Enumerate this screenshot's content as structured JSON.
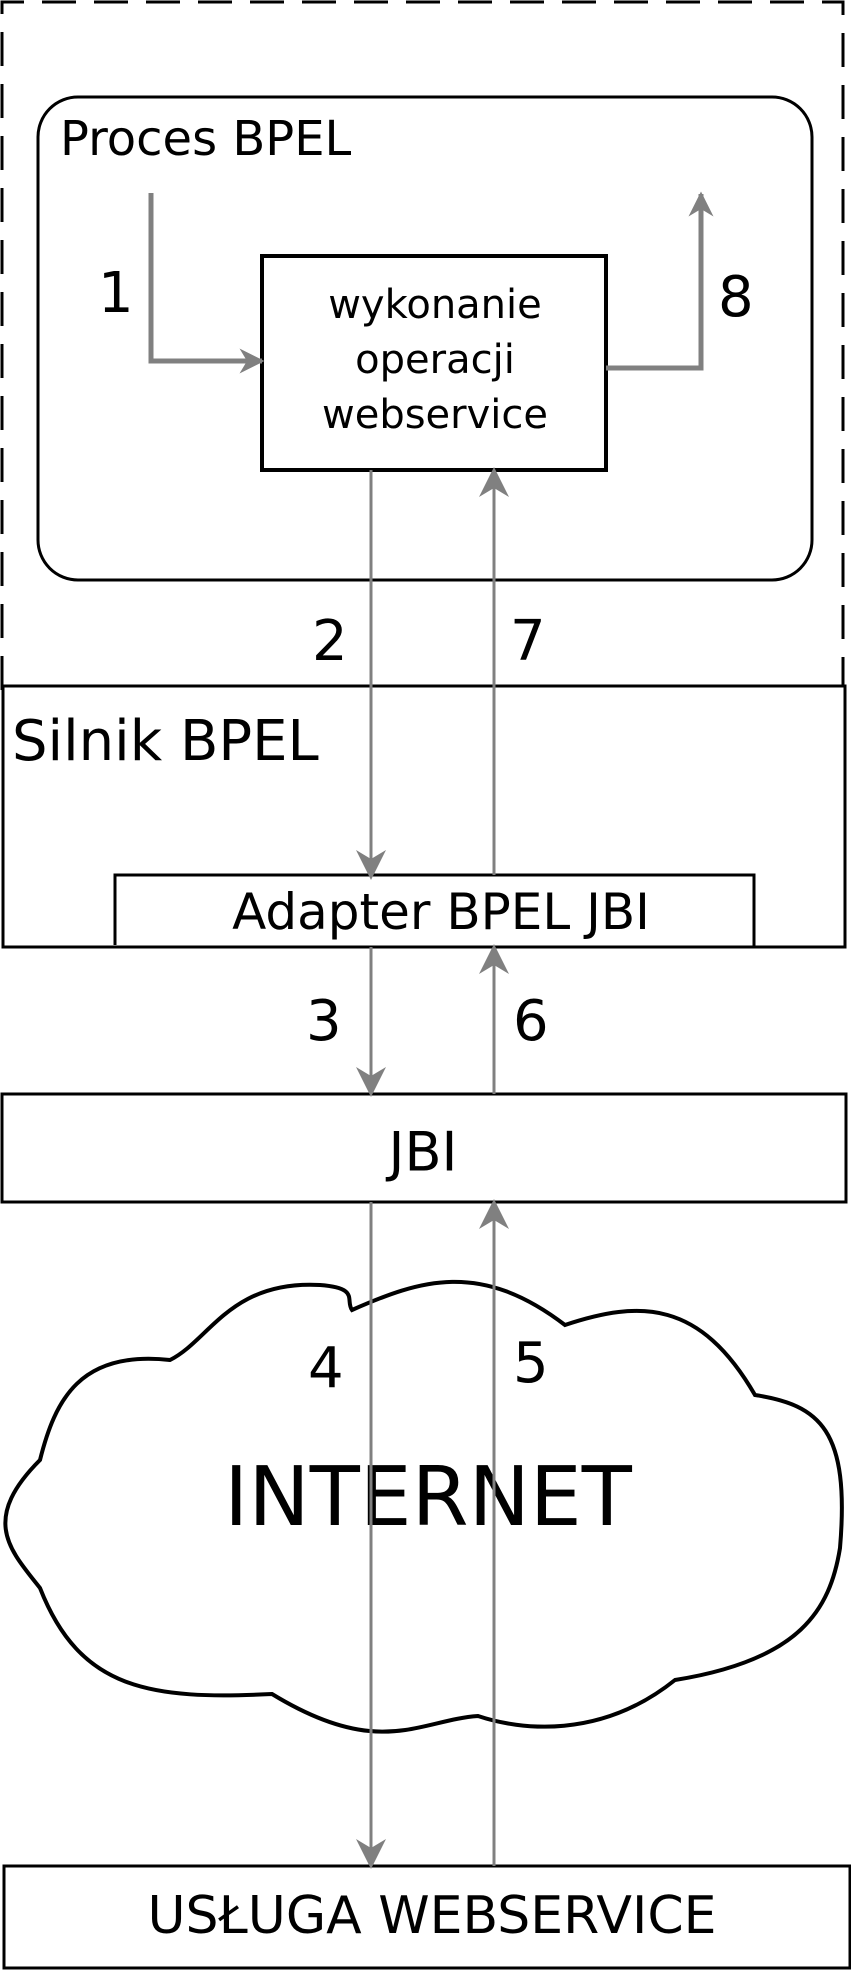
{
  "colors": {
    "line": "#000000",
    "arrow": "#808080",
    "background": "#ffffff"
  },
  "process": {
    "title": "Proces BPEL",
    "operation": {
      "line1": "wykonanie",
      "line2": "operacji",
      "line3": "webservice"
    }
  },
  "engine": {
    "title": "Silnik BPEL",
    "adapter": "Adapter BPEL JBI"
  },
  "jbi": {
    "label": "JBI"
  },
  "internet": {
    "label": "INTERNET"
  },
  "service": {
    "label": "USŁUGA WEBSERVICE"
  },
  "steps": [
    "1",
    "2",
    "3",
    "4",
    "5",
    "6",
    "7",
    "8"
  ]
}
